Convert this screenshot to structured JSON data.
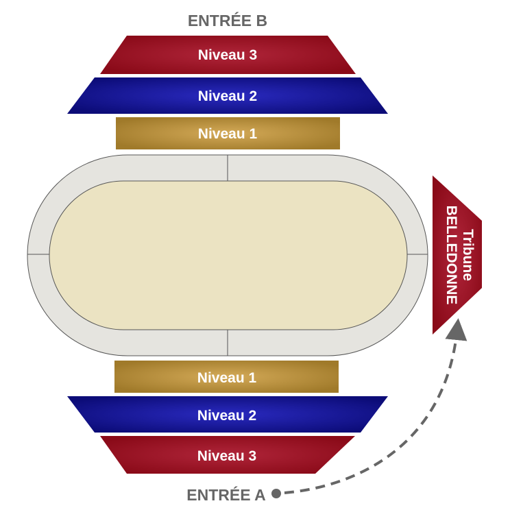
{
  "entrances": {
    "b": "ENTRÉE B",
    "a": "ENTRÉE A"
  },
  "sections_top": {
    "level3": "Niveau 3",
    "level2": "Niveau 2",
    "level1": "Niveau 1"
  },
  "sections_bottom": {
    "level1": "Niveau 1",
    "level2": "Niveau 2",
    "level3": "Niveau 3"
  },
  "tribune": {
    "line1": "Tribune",
    "line2": "BELLEDONNE"
  },
  "colors": {
    "level3": "#9a1020",
    "level2": "#10108a",
    "level1": "#b08a3a",
    "track": "#e5e4df",
    "field": "#ebe3c2",
    "entry": "#666666"
  }
}
